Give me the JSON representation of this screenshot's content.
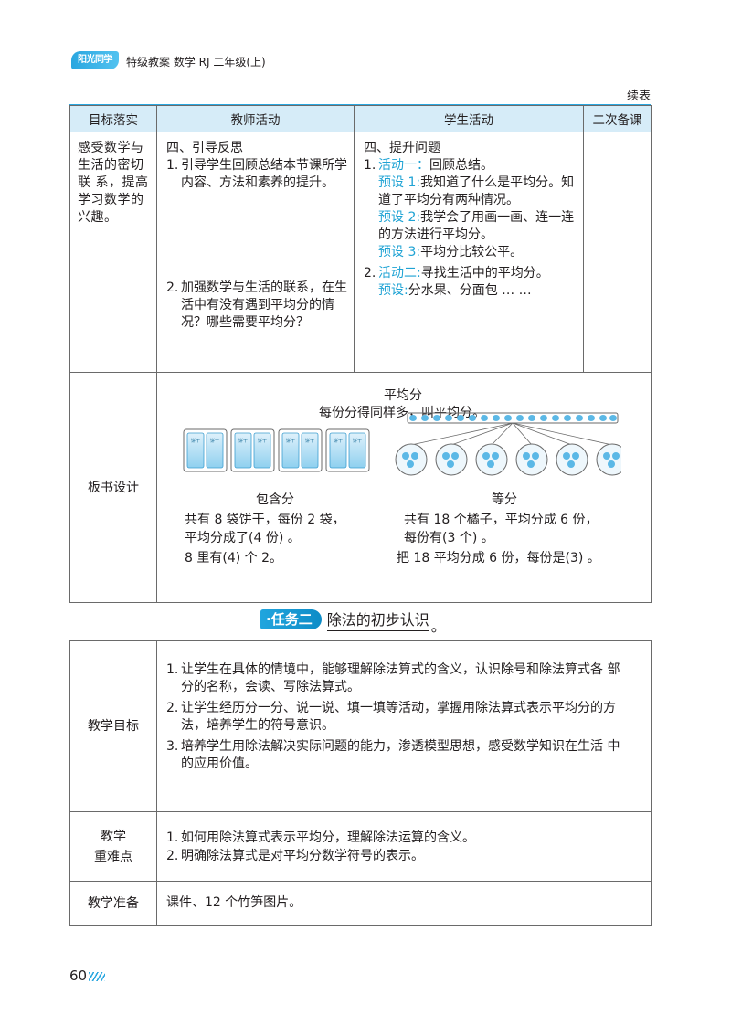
{
  "header": {
    "logo_text": "阳光同学",
    "title": "特级教案 数学 RJ 二年级(上)",
    "continued": "续表"
  },
  "table1": {
    "headers": [
      "目标落实",
      "教师活动",
      "学生活动",
      "二次备课"
    ],
    "goal": [
      "感受数学与",
      "生活的密切",
      "联 系，提高",
      "学习数学的",
      "兴趣。"
    ],
    "teacher_section": "四、引导反思",
    "teacher_items": [
      {
        "num": "1.",
        "text": "引导学生回顾总结本节课所学内容、方法和素养的提升。"
      },
      {
        "num": "2.",
        "text": "加强数学与生活的联系，在生活中有没有遇到平均分的情况？哪些需要平均分？"
      }
    ],
    "student_section": "四、提升问题",
    "student_item1_num": "1.",
    "student_item1_activity": "活动一：",
    "student_item1_text": "回顾总结。",
    "presets": [
      {
        "label": "预设 1:",
        "text": "我知道了什么是平均分。知道了平均分有两种情况。"
      },
      {
        "label": "预设 2:",
        "text": "我学会了用画一画、连一连的方法进行平均分。"
      },
      {
        "label": "预设 3:",
        "text": "平均分比较公平。"
      }
    ],
    "student_item2_num": "2.",
    "student_item2_activity": "活动二:",
    "student_item2_text": "寻找生活中的平均分。",
    "preset4_label": "预设:",
    "preset4_text": "分水果、分面包 … …",
    "board_label": "板书设计",
    "board": {
      "title": "平均分",
      "definition": "每份分得同样多，叫平均分。",
      "left_title": "包含分",
      "left_lines": [
        "共有 8 袋饼干，每份  2 袋，",
        "平均分成了(4 份) 。",
        "8 里有(4) 个 2。"
      ],
      "bag_label": "饼干",
      "right_title": "等分",
      "right_lines": [
        "共有 18 个橘子，平均分成 6 份，",
        "每份有(3 个) 。",
        "把 18 平均分成 6 份，每份是(3) 。"
      ]
    }
  },
  "section": {
    "badge": "·任务二",
    "title": "除法的初步认识",
    "dot": "。"
  },
  "table2": {
    "goals_label": "教学目标",
    "goals": [
      {
        "num": "1.",
        "text": "让学生在具体的情境中，能够理解除法算式的含义，认识除号和除法算式各 部分的名称，会读、写除法算式。"
      },
      {
        "num": "2.",
        "text": "让学生经历分一分、说一说、填一填等活动，掌握用除法算式表示平均分的方 法，培养学生的符号意识。"
      },
      {
        "num": "3.",
        "text": "培养学生用除法解决实际问题的能力，渗透模型思想，感受数学知识在生活 中的应用价值。"
      }
    ],
    "difficulty_label_1": "教学",
    "difficulty_label_2": "重难点",
    "difficulties": [
      {
        "num": "1.",
        "text": "如何用除法算式表示平均分，理解除法运算的含义。"
      },
      {
        "num": "2.",
        "text": "明确除法算式是对平均分数学符号的表示。"
      }
    ],
    "prep_label": "教学准备",
    "prep": "课件、12 个竹笋图片。"
  },
  "page_number": "60",
  "colors": {
    "accent": "#2aa7e0",
    "header_bg": "#d6ecf8",
    "teal_text": "#1fa3d4"
  }
}
